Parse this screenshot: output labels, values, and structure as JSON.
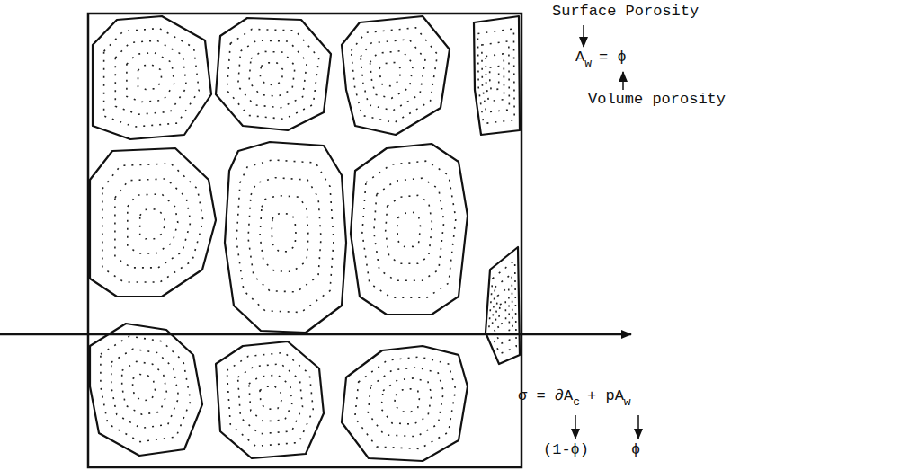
{
  "diagram": {
    "labels": [
      "Surface Porosity",
      "A",
      "w",
      "= ϕ",
      "Volume porosity",
      "σ = ∂A",
      "c",
      "+ pA",
      "w",
      "(1-ϕ)",
      "ϕ"
    ]
  }
}
